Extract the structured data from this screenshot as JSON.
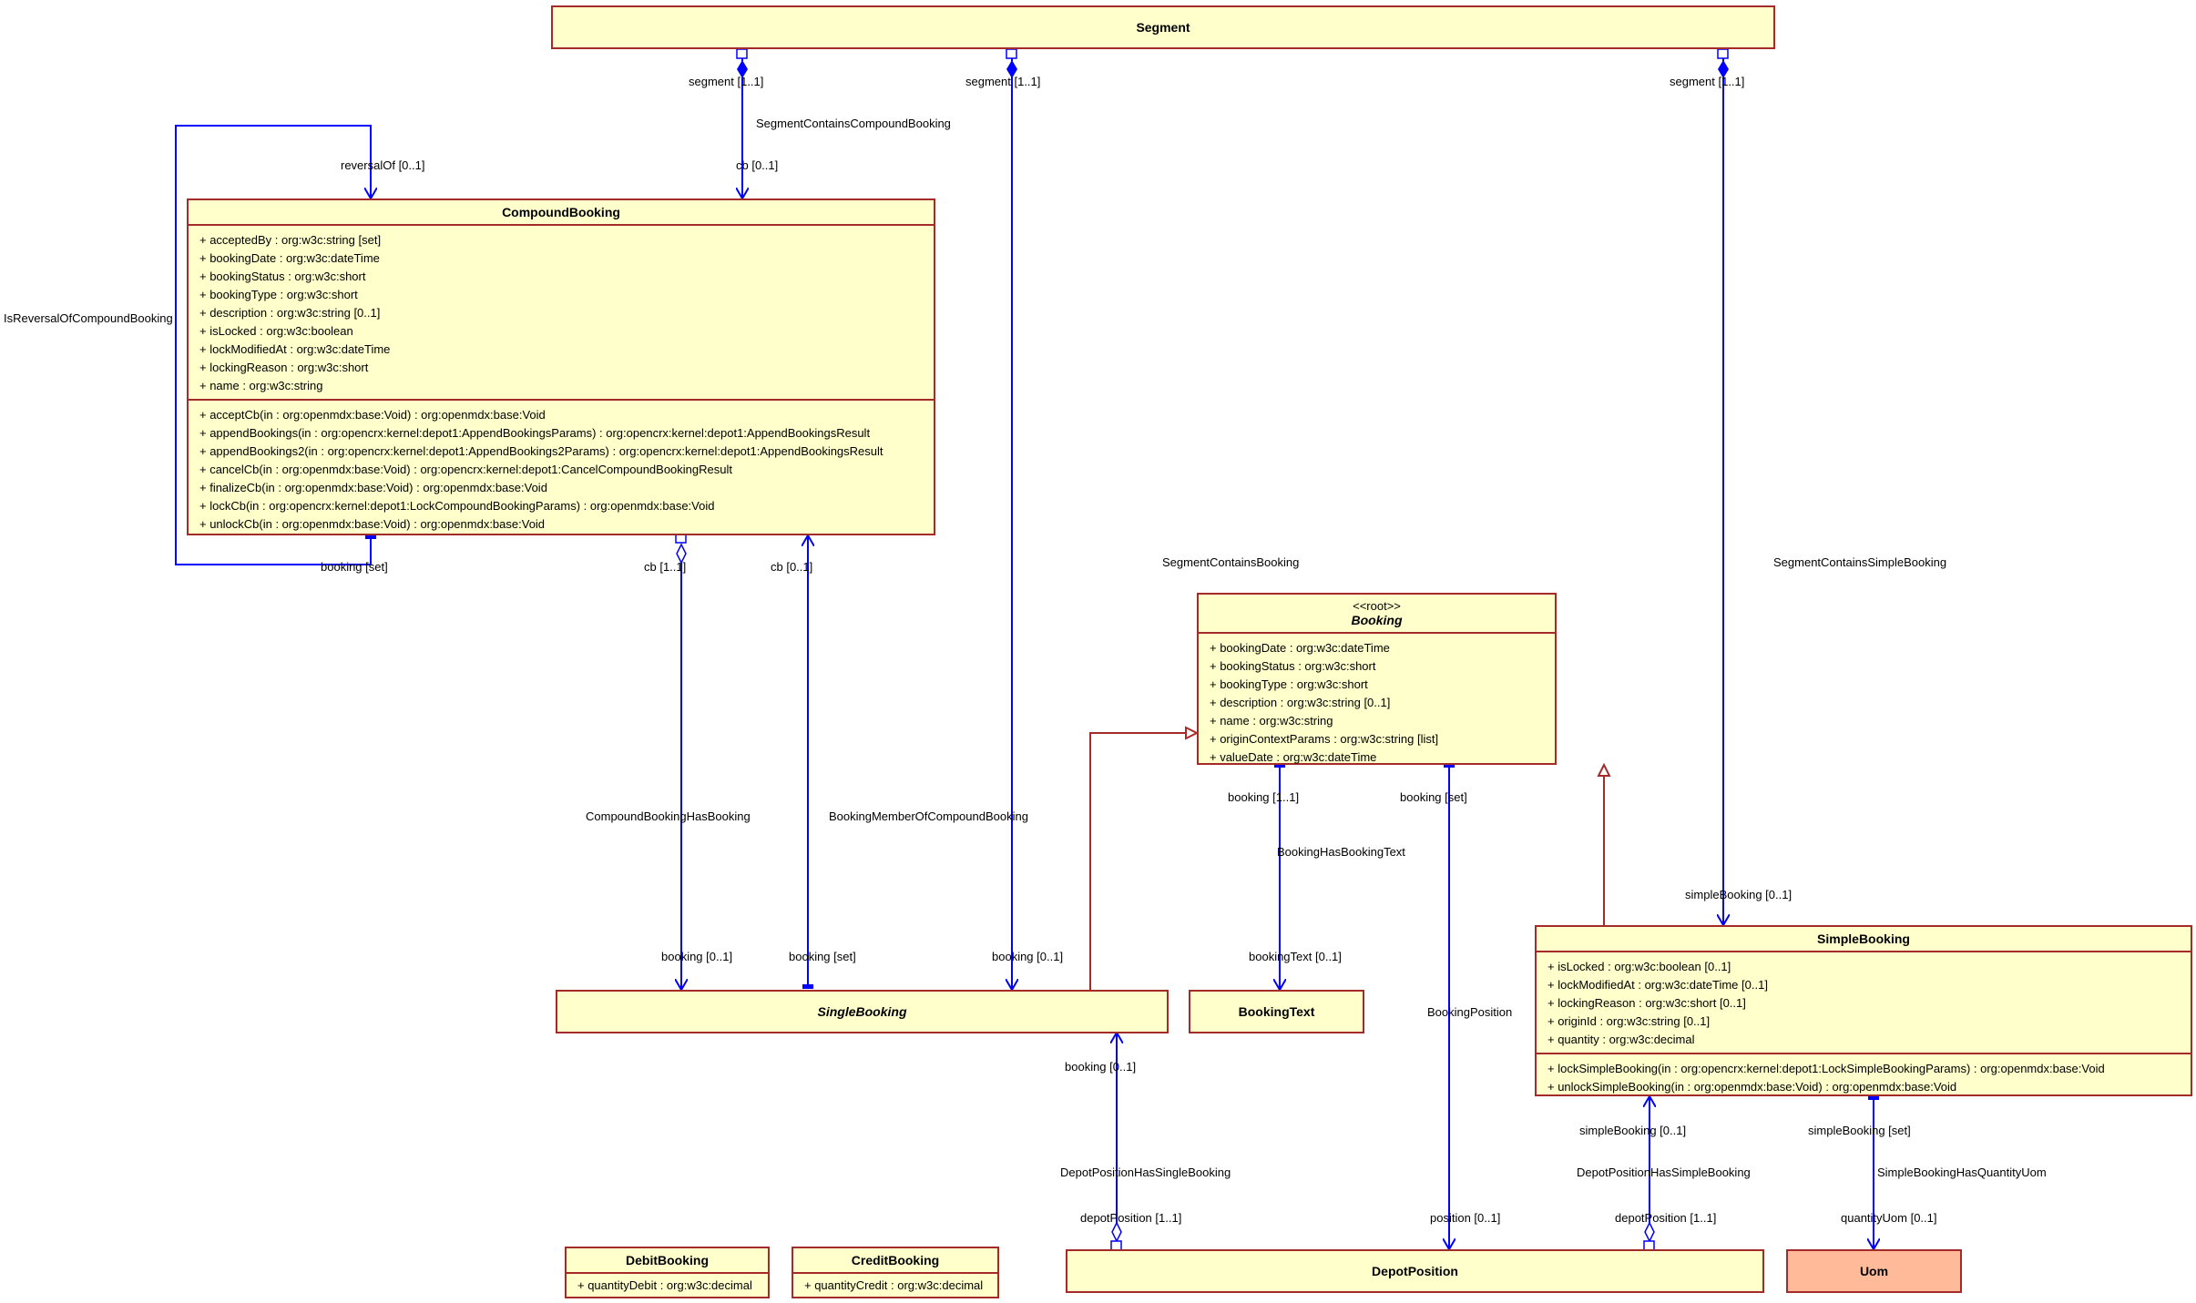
{
  "classes": {
    "segment": {
      "name": "Segment"
    },
    "compound_booking": {
      "name": "CompoundBooking",
      "attributes": [
        "+ acceptedBy : org:w3c:string [set]",
        "+ bookingDate : org:w3c:dateTime",
        "+ bookingStatus : org:w3c:short",
        "+ bookingType : org:w3c:short",
        "+ description : org:w3c:string [0..1]",
        "+ isLocked : org:w3c:boolean",
        "+ lockModifiedAt : org:w3c:dateTime",
        "+ lockingReason : org:w3c:short",
        "+ name : org:w3c:string"
      ],
      "operations": [
        "+ acceptCb(in : org:openmdx:base:Void) : org:openmdx:base:Void",
        "+ appendBookings(in : org:opencrx:kernel:depot1:AppendBookingsParams) : org:opencrx:kernel:depot1:AppendBookingsResult",
        "+ appendBookings2(in : org:opencrx:kernel:depot1:AppendBookings2Params) : org:opencrx:kernel:depot1:AppendBookingsResult",
        "+ cancelCb(in : org:openmdx:base:Void) : org:opencrx:kernel:depot1:CancelCompoundBookingResult",
        "+ finalizeCb(in : org:openmdx:base:Void) : org:openmdx:base:Void",
        "+ lockCb(in : org:opencrx:kernel:depot1:LockCompoundBookingParams) : org:openmdx:base:Void",
        "+ unlockCb(in : org:openmdx:base:Void) : org:openmdx:base:Void"
      ]
    },
    "booking": {
      "stereotype": "<<root>>",
      "name": "Booking",
      "attributes": [
        "+ bookingDate : org:w3c:dateTime",
        "+ bookingStatus : org:w3c:short",
        "+ bookingType : org:w3c:short",
        "+ description : org:w3c:string [0..1]",
        "+ name : org:w3c:string",
        "+ originContextParams : org:w3c:string [list]",
        "+ valueDate : org:w3c:dateTime"
      ]
    },
    "simple_booking": {
      "name": "SimpleBooking",
      "attributes": [
        "+ isLocked : org:w3c:boolean [0..1]",
        "+ lockModifiedAt : org:w3c:dateTime [0..1]",
        "+ lockingReason : org:w3c:short [0..1]",
        "+ originId : org:w3c:string [0..1]",
        "+ quantity : org:w3c:decimal"
      ],
      "operations": [
        "+ lockSimpleBooking(in : org:opencrx:kernel:depot1:LockSimpleBookingParams) : org:openmdx:base:Void",
        "+ unlockSimpleBooking(in : org:openmdx:base:Void) : org:openmdx:base:Void"
      ]
    },
    "single_booking": {
      "name": "SingleBooking"
    },
    "booking_text": {
      "name": "BookingText"
    },
    "debit_booking": {
      "name": "DebitBooking",
      "attributes": [
        "+ quantityDebit : org:w3c:decimal"
      ]
    },
    "credit_booking": {
      "name": "CreditBooking",
      "attributes": [
        "+ quantityCredit : org:w3c:decimal"
      ]
    },
    "depot_position": {
      "name": "DepotPosition"
    },
    "uom": {
      "name": "Uom"
    }
  },
  "labels": {
    "seg_role_1": "segment [1..1]",
    "seg_role_2": "segment [1..1]",
    "seg_role_3": "segment [1..1]",
    "segment_contains_compound_booking": "SegmentContainsCompoundBooking",
    "cb_role_top": "cb [0..1]",
    "reversal_of": "reversalOf [0..1]",
    "is_reversal_of_compound_booking": "IsReversalOfCompoundBooking",
    "booking_set_cb": "booking [set]",
    "cb_1_1": "cb [1..1]",
    "cb_0_1": "cb [0..1]",
    "segment_contains_booking": "SegmentContainsBooking",
    "segment_contains_simple_booking": "SegmentContainsSimpleBooking",
    "compound_booking_has_booking": "CompoundBookingHasBooking",
    "booking_member_of_compound_booking": "BookingMemberOfCompoundBooking",
    "booking_0_1_a": "booking [0..1]",
    "booking_set_b": "booking [set]",
    "booking_0_1_c": "booking [0..1]",
    "booking_1_1": "booking [1..1]",
    "booking_set_d": "booking [set]",
    "booking_has_booking_text": "BookingHasBookingText",
    "booking_text_role": "bookingText [0..1]",
    "booking_position": "BookingPosition",
    "simple_booking_0_1_top": "simpleBooking [0..1]",
    "booking_0_1_e": "booking [0..1]",
    "depot_position_has_single_booking": "DepotPositionHasSingleBooking",
    "depot_position_1_1_a": "depotPosition [1..1]",
    "position_0_1": "position [0..1]",
    "simple_booking_0_1_bottom": "simpleBooking [0..1]",
    "depot_position_has_simple_booking": "DepotPositionHasSimpleBooking",
    "depot_position_1_1_b": "depotPosition [1..1]",
    "simple_booking_set": "simpleBooking [set]",
    "simple_booking_has_quantity_uom": "SimpleBookingHasQuantityUom",
    "quantity_uom": "quantityUom [0..1]"
  },
  "colors": {
    "class_fill": "#ffffcc",
    "class_border": "#a52a2a",
    "external_fill": "#ffbb99",
    "association": "#0000ff",
    "generalization": "#a52a2a"
  }
}
